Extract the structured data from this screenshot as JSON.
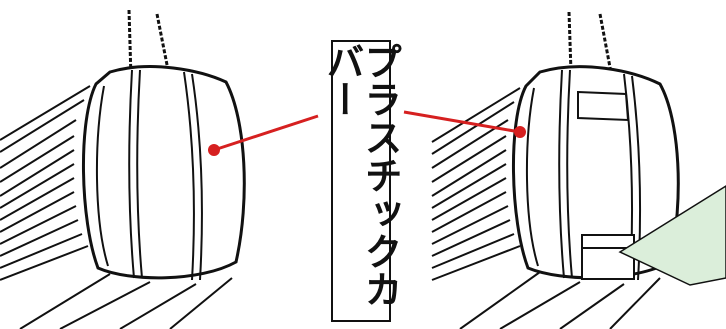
{
  "label": {
    "text": "プラスチックカバー"
  },
  "colors": {
    "leader_line": "#d62020",
    "outline": "#111111",
    "sheet_fill": "#dbeeda"
  },
  "parts": {
    "left_unit": "plastic-cover-closed",
    "right_unit": "plastic-cover-with-window"
  }
}
